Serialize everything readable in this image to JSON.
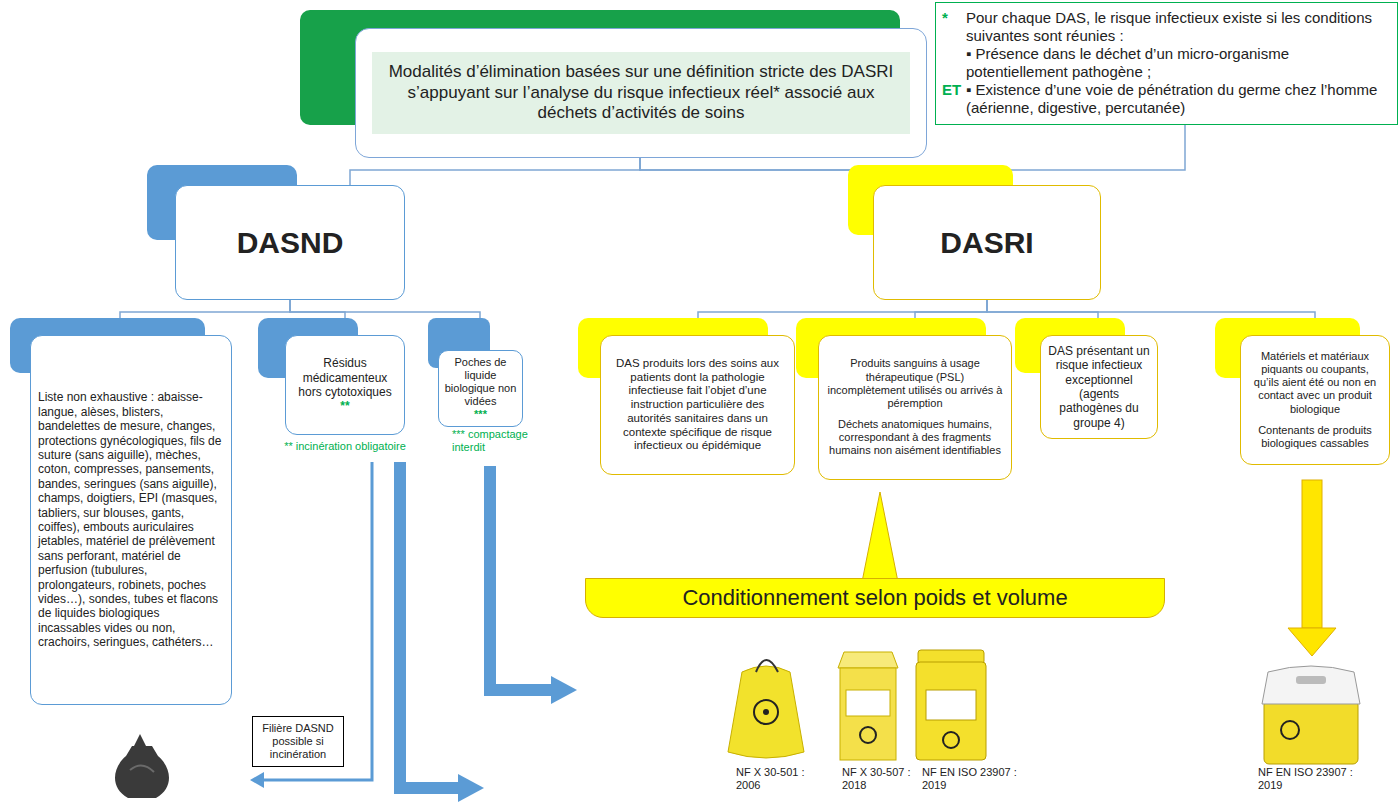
{
  "diagram": {
    "nodes": [
      {
        "text": [
          "Modalités d’élimination basées sur une définition stricte des DASRI s’appuyant sur l’analyse du risque infectieux réel* associé aux déchets d’activités de soins"
        ]
      },
      {
        "text": [
          "*",
          "Pour chaque DAS, le risque infectieux existe si les conditions suivantes sont réunies :",
          "▪ Présence dans le déchet d’un micro-organisme potentiellement pathogène ;",
          "ET",
          "▪ Existence d’une voie de pénétration du germe chez l’homme (aérienne, digestive, percutanée)"
        ]
      },
      {
        "text": [
          "DASND"
        ]
      },
      {
        "text": [
          "DASRI"
        ]
      },
      {
        "text": [
          "Liste non exhaustive : abaisse-langue, alèses, blisters, bandelettes de mesure, changes, protections gynécologiques, fils de suture (sans aiguille), mèches, coton, compresses, pansements, bandes, seringues (sans aiguille), champs, doigtiers, EPI (masques, tabliers, sur blouses, gants, coiffes), embouts auriculaires jetables, matériel de prélèvement sans perforant, matériel de perfusion (tubulures, prolongateurs, robinets, poches vides…), sondes, tubes et flacons de liquides biologiques incassables vides ou non, crachoirs, seringues, cathéters…"
        ]
      },
      {
        "text": [
          "Résidus médicamenteux hors cytotoxiques",
          "**"
        ]
      },
      {
        "text": [
          "Poches de liquide biologique non vidées",
          "***"
        ]
      },
      {
        "text": [
          "DAS produits lors des soins aux patients dont la pathologie infectieuse fait l’objet d’une instruction particulière des autorités sanitaires dans un contexte spécifique de risque infectieux ou épidémique"
        ]
      },
      {
        "text": [
          "Produits sanguins à usage thérapeutique (PSL) incomplètement utilisés ou arrivés à péremption",
          "Déchets anatomiques humains, correspondant à des fragments humains non aisément identifiables"
        ]
      },
      {
        "text": [
          "DAS présentant un risque infectieux exceptionnel (agents pathogènes du groupe 4)"
        ]
      },
      {
        "text": [
          "Matériels et matériaux piquants ou coupants, qu’ils aient été ou non en contact avec un produit biologique",
          "Contenants de produits biologiques cassables"
        ]
      },
      {
        "text": [
          "Conditionnement selon poids et volume"
        ]
      },
      {
        "text": [
          "Filière DASND possible si incinération"
        ]
      }
    ],
    "edges": [
      {
        "from": 0,
        "to": 1,
        "arrow": "none"
      },
      {
        "from": 0,
        "to": 2,
        "arrow": "none"
      },
      {
        "from": 0,
        "to": 3,
        "arrow": "none"
      },
      {
        "from": 2,
        "to": 4,
        "arrow": "none"
      },
      {
        "from": 2,
        "to": 5,
        "arrow": "none"
      },
      {
        "from": 2,
        "to": 6,
        "arrow": "none"
      },
      {
        "from": 3,
        "to": 7,
        "arrow": "none"
      },
      {
        "from": 3,
        "to": 8,
        "arrow": "none"
      },
      {
        "from": 3,
        "to": 9,
        "arrow": "none"
      },
      {
        "from": 3,
        "to": 10,
        "arrow": "none"
      }
    ],
    "labels": [
      "** incinération obligatoire",
      "*** compactage interdit",
      "NF X 30-501 : 2006",
      "NF X 30-507 : 2018",
      "NF EN ISO 23907 : 2019",
      "NF EN ISO 23907 : 2019"
    ]
  }
}
